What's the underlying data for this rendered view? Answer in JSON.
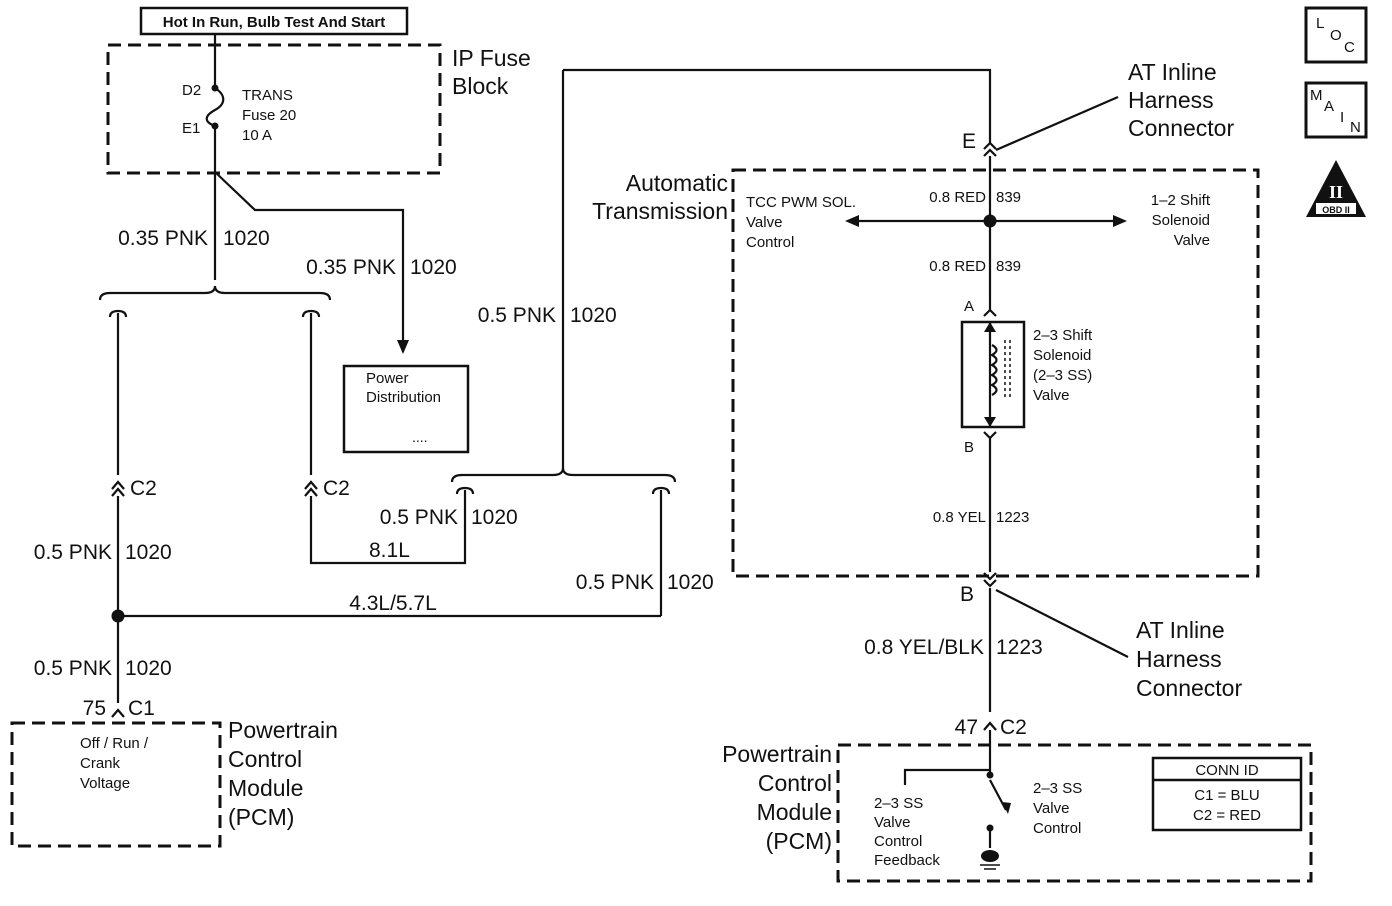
{
  "supply_label": "Hot In Run, Bulb Test And Start",
  "fuse_block": {
    "title_1": "IP Fuse",
    "title_2": "Block",
    "pin_top": "D2",
    "pin_bottom": "E1",
    "fuse_line_1": "TRANS",
    "fuse_line_2": "Fuse 20",
    "fuse_line_3": "10 A"
  },
  "nav_icons": {
    "loc_l": "L",
    "loc_o": "O",
    "loc_c": "C",
    "main_m": "M",
    "main_a": "A",
    "main_i": "I",
    "main_n": "N",
    "obd_numeral": "II",
    "obd_label": "OBD II"
  },
  "wires": {
    "fuse_out": "0.35 PNK",
    "fuse_out_circuit": "1020",
    "power_dist_feed": "0.35 PNK",
    "power_dist_feed_circuit": "1020",
    "trans_feed": "0.5 PNK",
    "trans_feed_circuit": "1020",
    "left_c2": "0.5 PNK",
    "left_c2_circuit": "1020",
    "lower_left": "0.5 PNK",
    "lower_left_circuit": "1020",
    "l81_feed": "0.5 PNK",
    "l81_feed_circuit": "1020",
    "l43_feed": "0.5 PNK",
    "l43_feed_circuit": "1020",
    "tcc_top": "0.8 RED",
    "tcc_top_circuit": "839",
    "tcc_mid": "0.8 RED",
    "tcc_mid_circuit": "839",
    "sol_out": "0.8 YEL",
    "sol_out_circuit": "1223",
    "pcm_feed": "0.8 YEL/BLK",
    "pcm_feed_circuit": "1223"
  },
  "engine_labels": {
    "l81": "8.1L",
    "l43": "4.3L/5.7L"
  },
  "power_distribution": {
    "line_1": "Power",
    "line_2": "Distribution",
    "dots": "...."
  },
  "connectors": {
    "c2_left_1": "C2",
    "c2_left_2": "C2",
    "c1_pin": "75",
    "c1_name": "C1",
    "c2_pcm_pin": "47",
    "c2_pcm_name": "C2",
    "inline_e": "E",
    "inline_b": "B",
    "sol_a": "A",
    "sol_b": "B"
  },
  "at_inline_top": [
    "AT Inline",
    "Harness",
    "Connector"
  ],
  "at_inline_bottom": [
    "AT Inline",
    "Harness",
    "Connector"
  ],
  "automatic_transmission": [
    "Automatic",
    "Transmission"
  ],
  "tcc_label": [
    "TCC PWM SOL.",
    "Valve",
    "Control"
  ],
  "shift_12_label": [
    "1–2 Shift",
    "Solenoid",
    "Valve"
  ],
  "shift_23_label": [
    "2–3 Shift",
    "Solenoid",
    "(2–3 SS)",
    "Valve"
  ],
  "pcm_left": {
    "title": [
      "Powertrain",
      "Control",
      "Module",
      "(PCM)"
    ],
    "inner": [
      "Off / Run /",
      "Crank",
      "Voltage"
    ]
  },
  "pcm_right": {
    "title": [
      "Powertrain",
      "Control",
      "Module",
      "(PCM)"
    ],
    "feedback": [
      "2–3 SS",
      "Valve",
      "Control",
      "Feedback"
    ],
    "control": [
      "2–3 SS",
      "Valve",
      "Control"
    ]
  },
  "conn_id": {
    "header": "CONN ID",
    "row_1": "C1 = BLU",
    "row_2": "C2 = RED"
  }
}
